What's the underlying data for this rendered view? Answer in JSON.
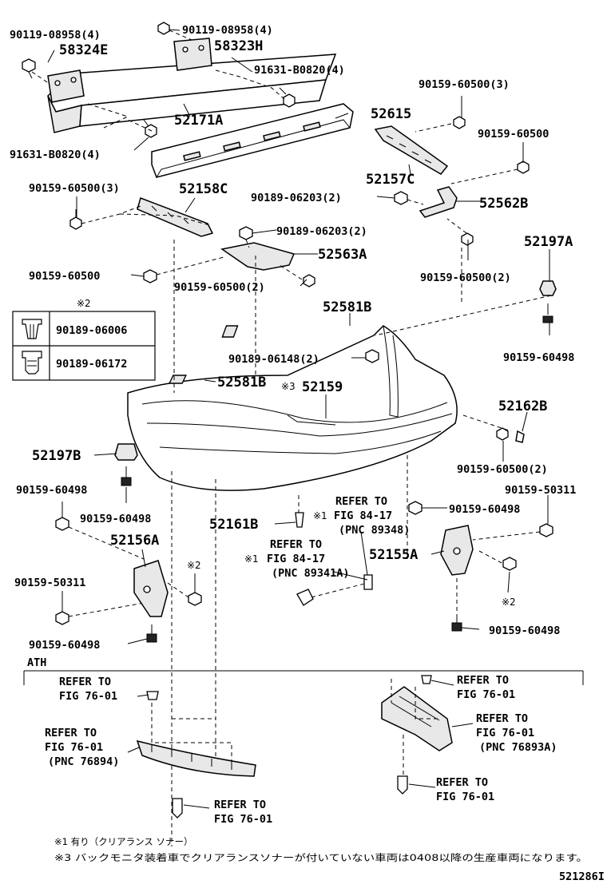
{
  "labels": {
    "p_90119_08958_a": "90119-08958(4)",
    "p_90119_08958_b": "90119-08958(4)",
    "p_58324e": "58324E",
    "p_58323h": "58323H",
    "p_91631_b0820_a": "91631-B0820(4)",
    "p_91631_b0820_b": "91631-B0820(4)",
    "p_52171a": "52171A",
    "p_90159_60500_3a": "90159-60500(3)",
    "p_52615": "52615",
    "p_90159_60500_a": "90159-60500",
    "p_52157c": "52157C",
    "p_90159_60500_3b": "90159-60500(3)",
    "p_52158c": "52158C",
    "p_90189_06203_a": "90189-06203(2)",
    "p_52562b": "52562B",
    "p_90189_06203_b": "90189-06203(2)",
    "p_52197a": "52197A",
    "p_90159_60500_b": "90159-60500",
    "p_52563a": "52563A",
    "p_90159_60500_2a": "90159-60500(2)",
    "p_90159_60500_2b": "90159-60500(2)",
    "p_52581b_a": "52581B",
    "p_90189_06148": "90189-06148(2)",
    "p_90159_60498_a": "90159-60498",
    "p_52581b_b": "52581B",
    "p_52159": "52159",
    "p_52162b": "52162B",
    "p_52197b": "52197B",
    "p_90159_60500_2c": "90159-60500(2)",
    "p_90159_60498_b": "90159-60498",
    "p_90159_50311_a": "90159-50311",
    "p_90159_60498_c": "90159-60498",
    "p_90159_60498_d": "90159-60498",
    "p_52161b": "52161B",
    "p_52156a": "52156A",
    "p_52155a": "52155A",
    "p_90159_50311_b": "90159-50311",
    "p_90159_60498_e": "90159-60498",
    "p_90159_60498_f": "90159-60498"
  },
  "legend": {
    "mark": "※2",
    "rows": [
      {
        "part": "90189-06006"
      },
      {
        "part": "90189-06172"
      }
    ]
  },
  "marks": {
    "m3": "※3",
    "m1a": "※1",
    "m1b": "※1",
    "m2a": "※2",
    "m2b": "※2"
  },
  "refers": {
    "r1": [
      "REFER TO",
      "FIG 84-17",
      "(PNC 89348)"
    ],
    "r2": [
      "REFER TO",
      "FIG 84-17",
      "(PNC 89341A)"
    ],
    "r3": [
      "REFER TO",
      "FIG 76-01"
    ],
    "r4": [
      "REFER TO",
      "FIG 76-01",
      "(PNC 76894)"
    ],
    "r5": [
      "REFER TO",
      "FIG 76-01"
    ],
    "r6": [
      "REFER TO",
      "FIG 76-01"
    ],
    "r7": [
      "REFER TO",
      "FIG 76-01",
      "(PNC 76893A)"
    ],
    "r8": [
      "REFER TO",
      "FIG 76-01"
    ]
  },
  "section_label": "ATH",
  "notes": [
    "※1 有り（クリアランス ソナー）",
    "※3 バックモニタ装着車でクリアランスソナーが付いていない車両は0408以降の生産車両になります。"
  ],
  "figure_code": "521286I"
}
